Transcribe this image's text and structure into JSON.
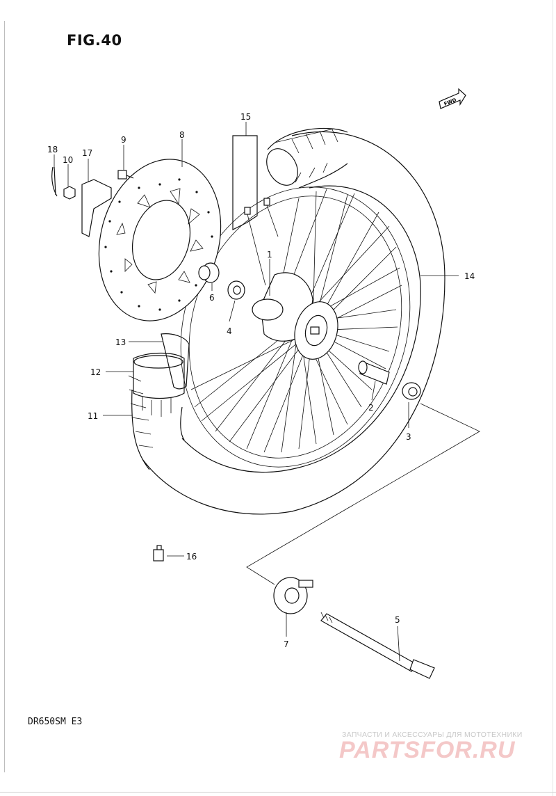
{
  "figure": {
    "title": "FIG.40",
    "fwd": "FWD"
  },
  "model": "DR650SM E3",
  "watermark": {
    "top": "ЗАПЧАСТИ И АКСЕССУАРЫ ДЛЯ МОТОТЕХНИКИ",
    "main": "PARTSFOR.RU"
  },
  "callouts": [
    "1",
    "2",
    "3",
    "4",
    "5",
    "6",
    "7",
    "8",
    "9",
    "10",
    "11",
    "12",
    "13",
    "14",
    "15",
    "16",
    "17",
    "18"
  ]
}
